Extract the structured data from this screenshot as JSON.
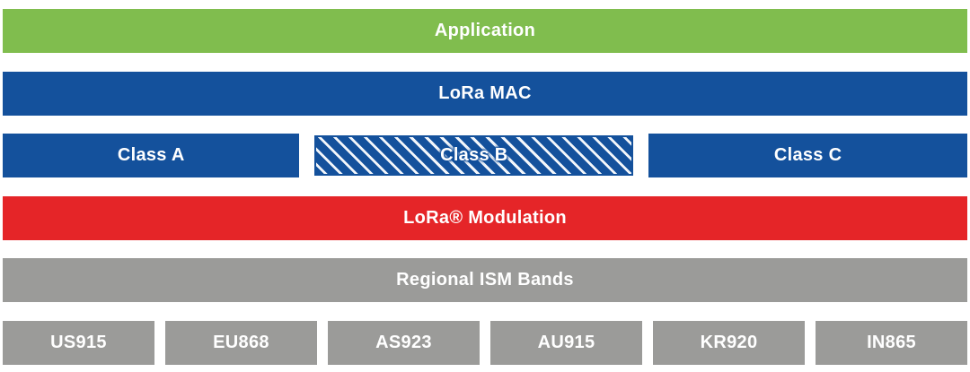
{
  "colors": {
    "application_green": "#80bd4e",
    "mac_blue": "#14519c",
    "modulation_red": "#e52528",
    "ism_gray": "#9b9b99",
    "text_white": "#ffffff"
  },
  "stack": {
    "application": "Application",
    "mac": "LoRa MAC",
    "classes": {
      "a": "Class A",
      "b": "Class B",
      "c": "Class C"
    },
    "modulation": "LoRa® Modulation",
    "ism": "Regional ISM Bands",
    "bands": [
      "US915",
      "EU868",
      "AS923",
      "AU915",
      "KR920",
      "IN865"
    ]
  }
}
